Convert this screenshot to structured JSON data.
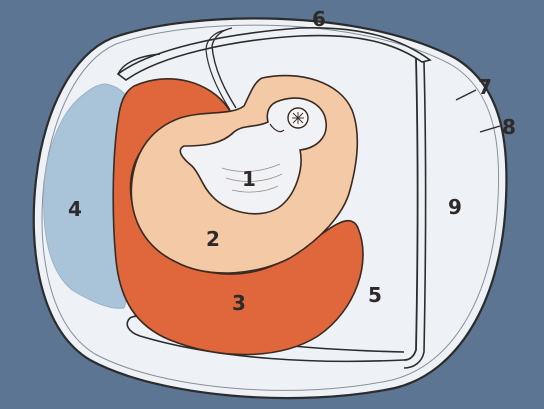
{
  "colors": {
    "background": "#5b7592",
    "egg_white": "#eef1f5",
    "shell_line": "#2c2c2c",
    "yolk": "#e0673b",
    "amnion_region": "#f3c9a6",
    "embryo": "#f1f2f6",
    "air_cell": "#a9c4d9",
    "label": "#2f2a2a"
  },
  "labels": {
    "n1": "1",
    "n2": "2",
    "n3": "3",
    "n4": "4",
    "n5": "5",
    "n6": "6",
    "n7": "7",
    "n8": "8",
    "n9": "9"
  }
}
